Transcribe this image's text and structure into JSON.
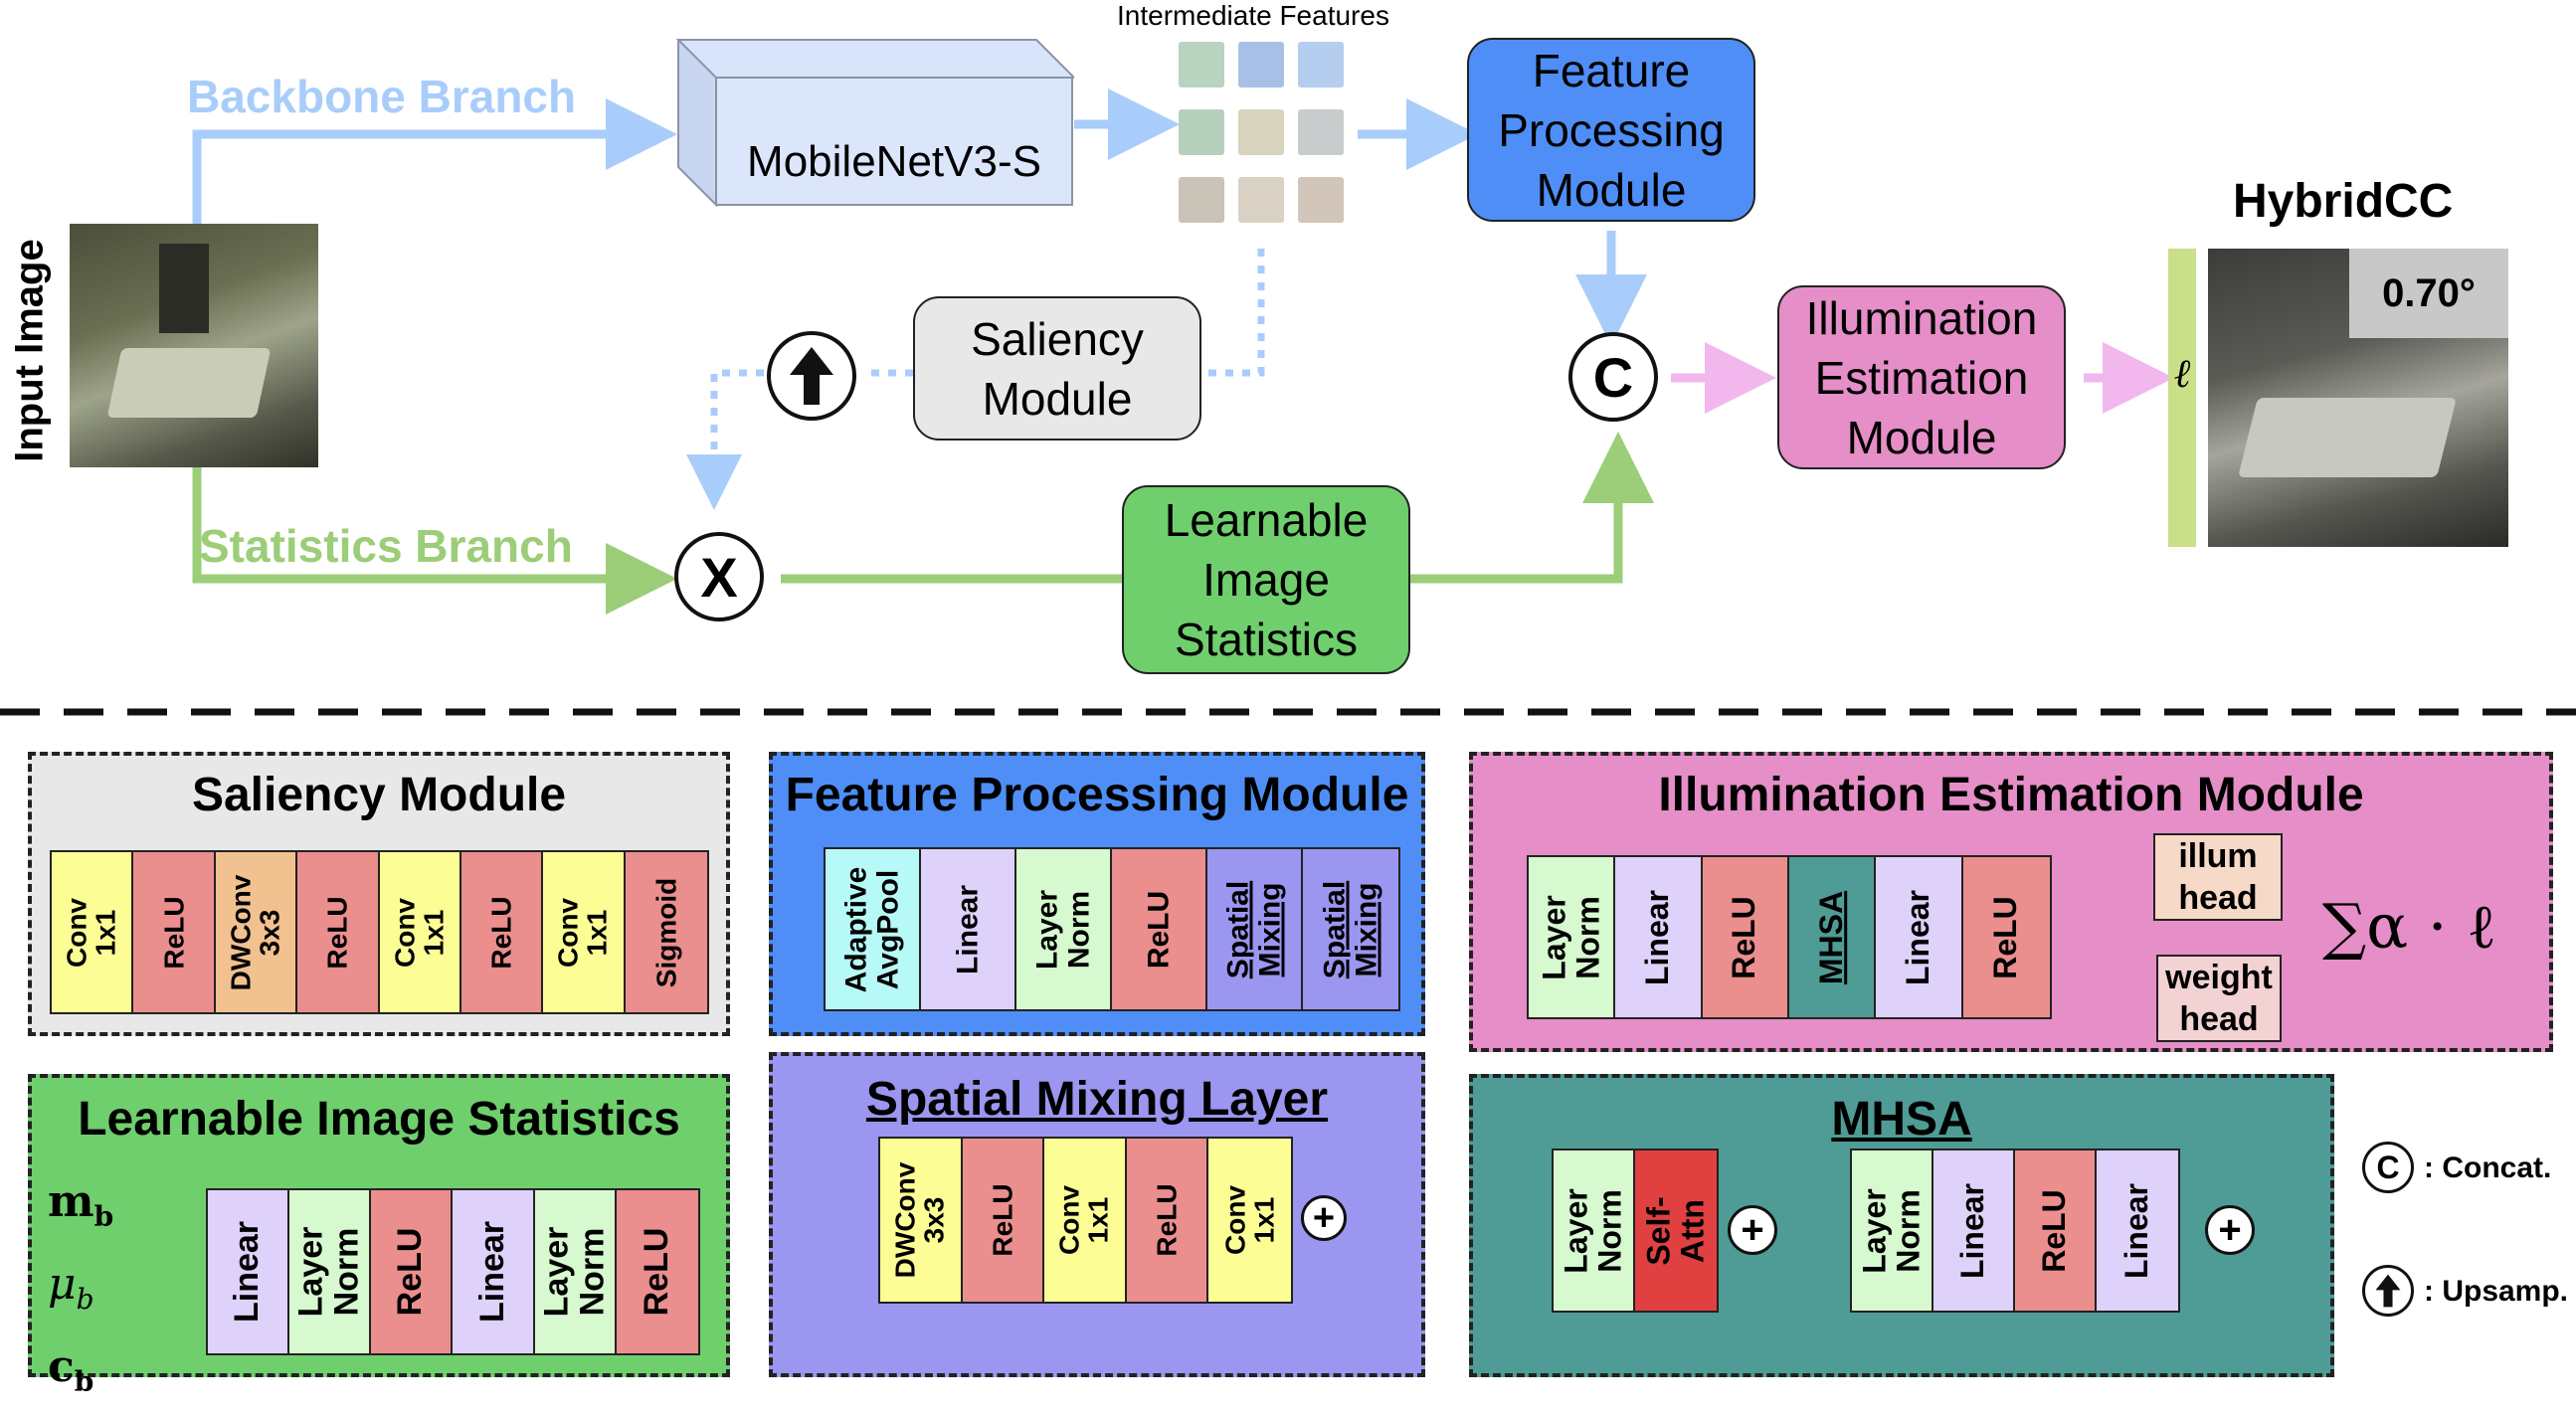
{
  "top": {
    "input_image_label": "Input Image",
    "backbone_branch_label": "Backbone Branch",
    "statistics_branch_label": "Statistics Branch",
    "backbone_box": "MobileNetV3-S",
    "intermediate_features_label": "Intermediate Features",
    "feature_processing_box": "Feature\nProcessing\nModule",
    "saliency_box": "Saliency\nModule",
    "learnable_stats_box": "Learnable\nImage\nStatistics",
    "illumination_box": "Illumination\nEstimation\nModule",
    "concat_symbol": "C",
    "multiply_symbol": "X",
    "ell_symbol": "ℓ",
    "output_title": "HybridCC",
    "output_error": "0.70°"
  },
  "colors": {
    "backbone_branch": "#a9cdfb",
    "statistics_branch": "#9ccd78",
    "feature_box": "#4f8ef6",
    "saliency_box": "#e8e8e8",
    "stats_box": "#6fcf6d",
    "illum_box": "#e58ec7",
    "illum_arrow": "#f2b8ee",
    "ell_bar": "#c9df88"
  },
  "saliency_module": {
    "title": "Saliency Module",
    "layers": [
      {
        "label": "Conv\n1x1",
        "color": "#fdfd96"
      },
      {
        "label": "ReLU",
        "color": "#ea8e8e"
      },
      {
        "label": "DWConv\n3x3",
        "color": "#f1c18f"
      },
      {
        "label": "ReLU",
        "color": "#ea8e8e"
      },
      {
        "label": "Conv\n1x1",
        "color": "#fdfd96"
      },
      {
        "label": "ReLU",
        "color": "#ea8e8e"
      },
      {
        "label": "Conv\n1x1",
        "color": "#fdfd96"
      },
      {
        "label": "Sigmoid",
        "color": "#ea8e8e"
      }
    ]
  },
  "feature_processing_module": {
    "title": "Feature Processing Module",
    "layers": [
      {
        "label": "Adaptive\nAvgPool",
        "color": "#b7f9f7"
      },
      {
        "label": "Linear",
        "color": "#ded1fa"
      },
      {
        "label": "Layer\nNorm",
        "color": "#d6f9cf"
      },
      {
        "label": "ReLU",
        "color": "#ea8e8e"
      },
      {
        "label": "Spatial\nMixing",
        "color": "#9b96f0"
      },
      {
        "label": "Spatial\nMixing",
        "color": "#9b96f0"
      }
    ]
  },
  "illumination_module": {
    "title": "Illumination Estimation Module",
    "layers": [
      {
        "label": "Layer\nNorm",
        "color": "#d6f9cf"
      },
      {
        "label": "Linear",
        "color": "#ded1fa"
      },
      {
        "label": "ReLU",
        "color": "#ea8e8e"
      },
      {
        "label": "MHSA",
        "color": "#4e9c95"
      },
      {
        "label": "Linear",
        "color": "#ded1fa"
      },
      {
        "label": "ReLU",
        "color": "#ea8e8e"
      }
    ],
    "illum_head": "illum\nhead",
    "weight_head": "weight\nhead",
    "formula": "∑α · ℓ"
  },
  "learnable_stats_module": {
    "title": "Learnable Image Statistics",
    "inputs": [
      "m",
      "μ",
      "c"
    ],
    "input_subscript": "b",
    "layers": [
      {
        "label": "Linear",
        "color": "#ded1fa"
      },
      {
        "label": "Layer\nNorm",
        "color": "#d6f9cf"
      },
      {
        "label": "ReLU",
        "color": "#ea8e8e"
      },
      {
        "label": "Linear",
        "color": "#ded1fa"
      },
      {
        "label": "Layer\nNorm",
        "color": "#d6f9cf"
      },
      {
        "label": "ReLU",
        "color": "#ea8e8e"
      }
    ]
  },
  "spatial_mixing_layer": {
    "title": "Spatial Mixing Layer",
    "layers": [
      {
        "label": "DWConv\n3x3",
        "color": "#fdfd96"
      },
      {
        "label": "ReLU",
        "color": "#ea8e8e"
      },
      {
        "label": "Conv\n1x1",
        "color": "#fdfd96"
      },
      {
        "label": "ReLU",
        "color": "#ea8e8e"
      },
      {
        "label": "Conv\n1x1",
        "color": "#fdfd96"
      }
    ]
  },
  "mhsa_block": {
    "title": "MHSA",
    "layers_a": [
      {
        "label": "Layer\nNorm",
        "color": "#d6f9cf"
      },
      {
        "label": "Self-\nAttn",
        "color": "#e04040"
      }
    ],
    "layers_b": [
      {
        "label": "Layer\nNorm",
        "color": "#d6f9cf"
      },
      {
        "label": "Linear",
        "color": "#ded1fa"
      },
      {
        "label": "ReLU",
        "color": "#ea8e8e"
      },
      {
        "label": "Linear",
        "color": "#ded1fa"
      }
    ]
  },
  "legend": {
    "concat": ": Concat.",
    "upsamp": ": Upsamp."
  }
}
